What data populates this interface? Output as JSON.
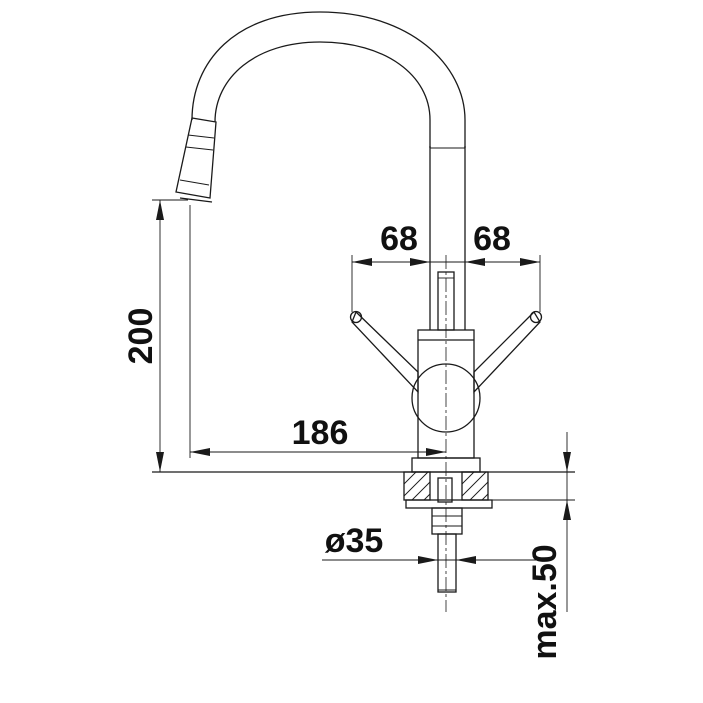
{
  "dimensions": {
    "handle_left": "68",
    "handle_right": "68",
    "spout_height": "200",
    "spout_reach": "186",
    "hole_diameter": "ø35",
    "worktop_thickness": "max.50"
  },
  "colors": {
    "line": "#1a1a1a",
    "background": "#ffffff"
  }
}
